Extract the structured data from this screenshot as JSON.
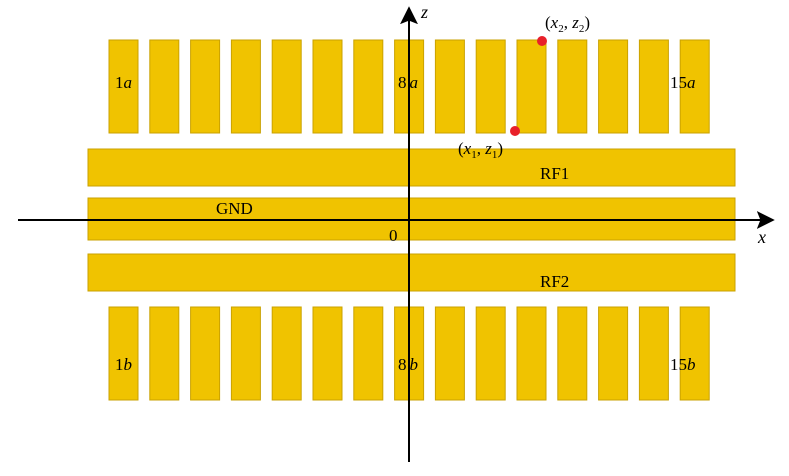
{
  "colors": {
    "electrode": "#f0c300",
    "electrode_edge": "#caa200",
    "axis": "#000000",
    "point": "#e8202a",
    "background": "#ffffff"
  },
  "axes": {
    "x_label": "x",
    "z_label": "z",
    "origin_label": "0"
  },
  "rails": {
    "rf1": "RF1",
    "gnd": "GND",
    "rf2": "RF2"
  },
  "top_row": {
    "count": 15,
    "labels": [
      {
        "index": 1,
        "num": "1",
        "letter": "a"
      },
      {
        "index": 8,
        "num": "8",
        "letter": "a"
      },
      {
        "index": 15,
        "num": "15",
        "letter": "a"
      }
    ]
  },
  "bottom_row": {
    "count": 15,
    "labels": [
      {
        "index": 1,
        "num": "1",
        "letter": "b"
      },
      {
        "index": 8,
        "num": "8",
        "letter": "b"
      },
      {
        "index": 15,
        "num": "15",
        "letter": "b"
      }
    ]
  },
  "points": {
    "p1": {
      "var_x": "x",
      "sub_x": "1",
      "var_z": "z",
      "sub_z": "1"
    },
    "p2": {
      "var_x": "x",
      "sub_x": "2",
      "var_z": "z",
      "sub_z": "2"
    }
  }
}
